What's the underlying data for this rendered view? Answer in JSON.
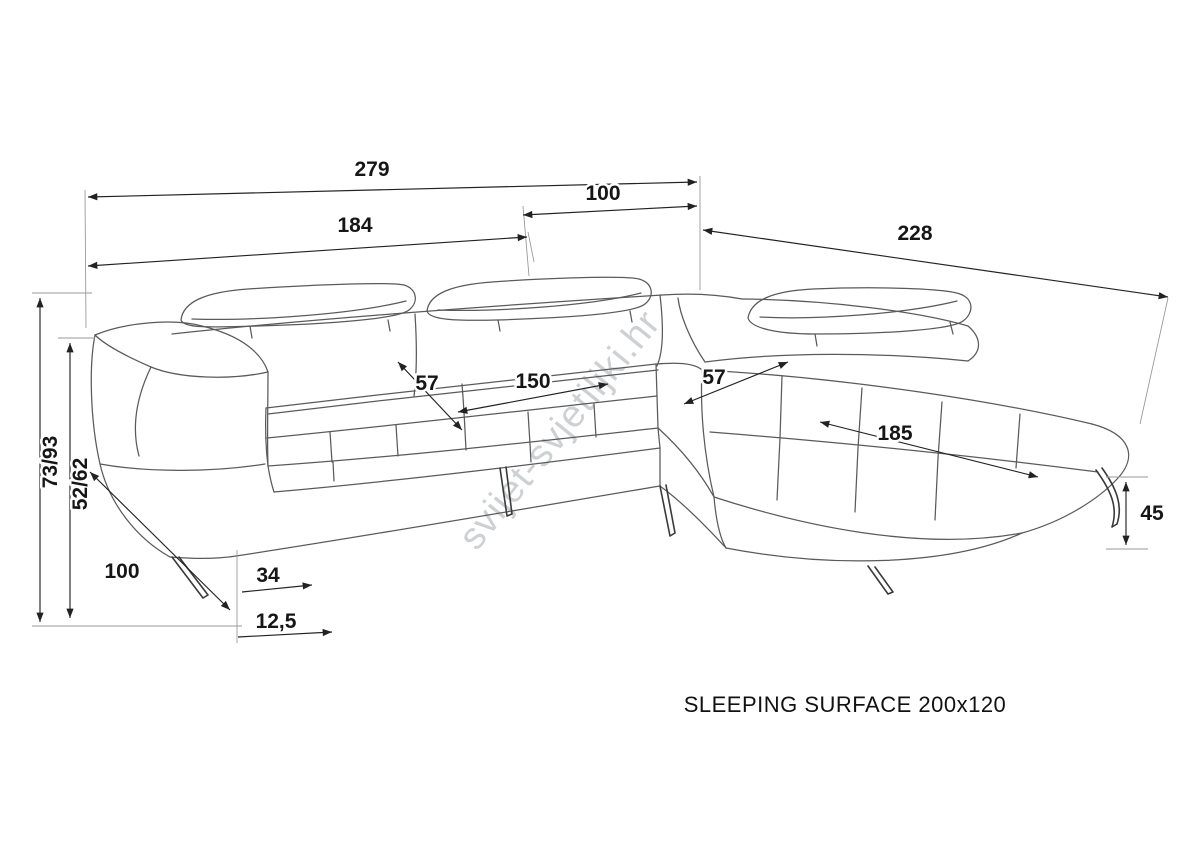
{
  "page": {
    "background": "#ffffff",
    "line_color": "#5a5a5a",
    "dimension_color": "#222222",
    "watermark_color": "#a6acb2"
  },
  "caption": {
    "text": "SLEEPING SURFACE 200x120"
  },
  "watermark": {
    "text": "svijet-svjetiljki.hr"
  },
  "dimensions": {
    "total_width": "279",
    "chaise_width_top": "100",
    "left_body_width": "184",
    "right_depth": "228",
    "height_with_headrest": "73/93",
    "arm_height": "52/62",
    "side_depth": "100",
    "leg_offset": "34",
    "leg_inset": "12,5",
    "seat_depth_left": "57",
    "middle_seat_width": "150",
    "seat_depth_corner": "57",
    "chaise_seat_length": "185",
    "seat_height": "45"
  }
}
